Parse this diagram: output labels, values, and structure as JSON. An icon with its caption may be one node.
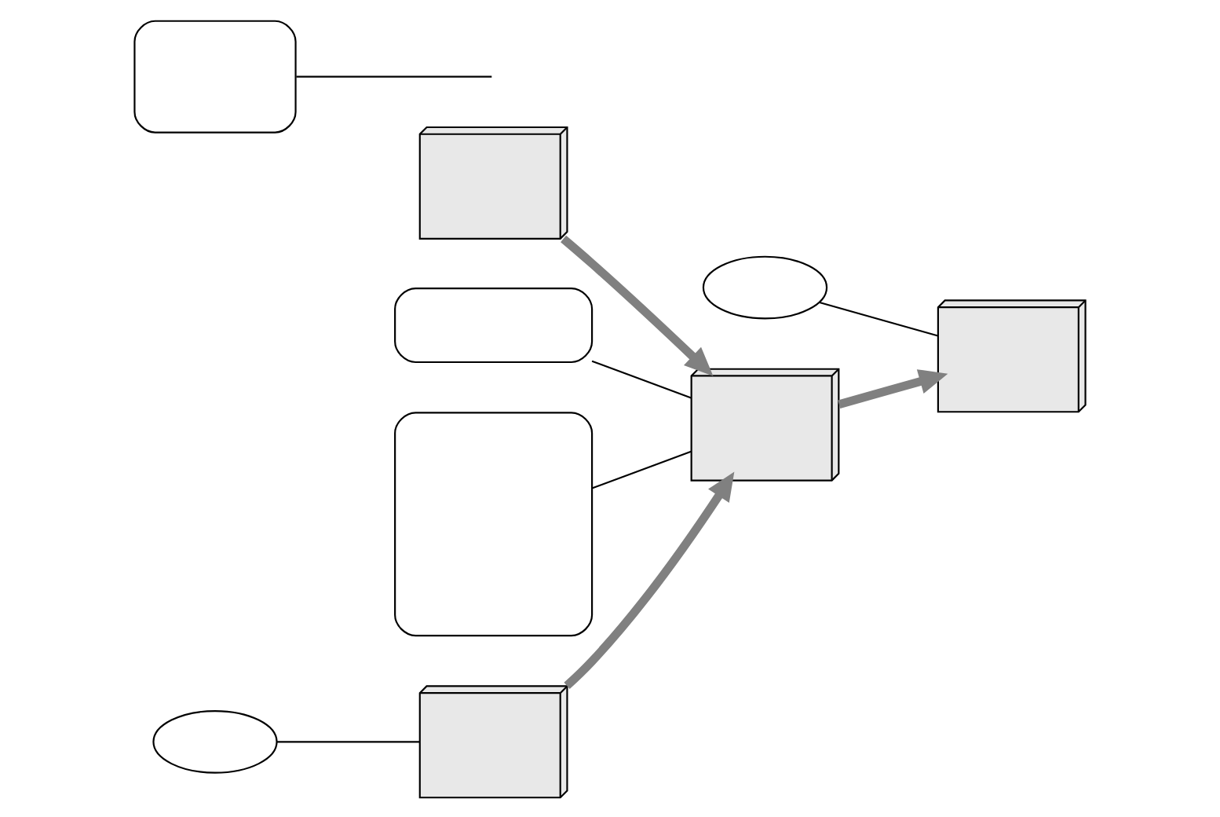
{
  "diagram": {
    "nodes": [
      {
        "text": [],
        "shape": "picture"
      },
      {
        "text": [],
        "shape": "picture"
      },
      {
        "text": [],
        "shape": "picture"
      },
      {
        "text": [],
        "shape": "picture"
      },
      {
        "text": [],
        "shape": "box"
      },
      {
        "text": [],
        "shape": "ellipse"
      },
      {
        "text": [],
        "shape": "box"
      },
      {
        "text": [],
        "shape": "ellipse"
      },
      {
        "text": [],
        "shape": "box"
      }
    ],
    "edges": [
      {
        "from": 0,
        "to": 1,
        "arrow": "to",
        "style": "thick",
        "color": "#808080"
      },
      {
        "from": 3,
        "to": 1,
        "arrow": "to",
        "style": "thick",
        "color": "#808080"
      },
      {
        "from": 1,
        "to": 2,
        "arrow": "to",
        "style": "thick",
        "color": "#808080"
      },
      {
        "from": 4,
        "to": 1,
        "arrow": "none"
      },
      {
        "from": 5,
        "to": 2,
        "arrow": "none"
      },
      {
        "from": 6,
        "to": null,
        "arrow": "none"
      },
      {
        "from": 7,
        "to": 0,
        "arrow": "none"
      },
      {
        "from": 8,
        "to": 1,
        "arrow": "none"
      }
    ]
  }
}
